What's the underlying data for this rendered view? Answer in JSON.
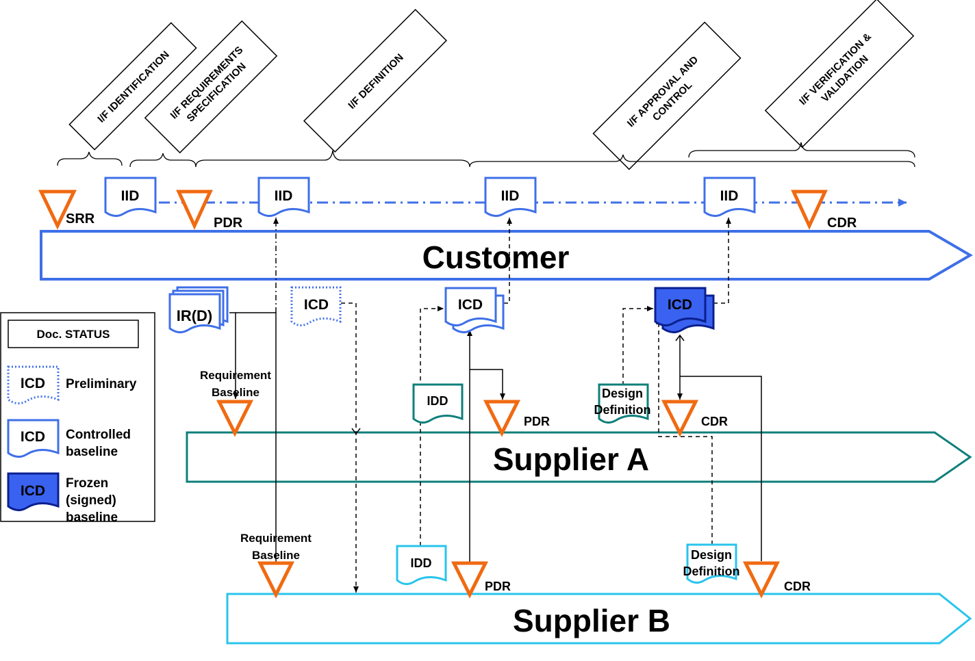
{
  "phases": [
    {
      "lines": [
        "I/F IDENTIFICATION"
      ]
    },
    {
      "lines": [
        "I/F REQUIREMENTS",
        "SPECIFICATION"
      ]
    },
    {
      "lines": [
        "I/F DEFINITION"
      ]
    },
    {
      "lines": [
        "I/F APPROVAL AND",
        "CONTROL"
      ]
    },
    {
      "lines": [
        "I/F VERIFICATION &",
        "VALIDATION"
      ]
    }
  ],
  "lanes": {
    "customer": "Customer",
    "supplier_a": "Supplier A",
    "supplier_b": "Supplier B"
  },
  "milestones": {
    "customer": [
      "SRR",
      "PDR",
      "CDR"
    ],
    "supplier_a": [
      "PDR",
      "CDR"
    ],
    "supplier_b": [
      "PDR",
      "CDR"
    ],
    "requirement_baseline": [
      "Requirement",
      "Baseline"
    ]
  },
  "documents": {
    "iid": "IID",
    "icd": "ICD",
    "ir_d": "IR(D)",
    "idd": "IDD",
    "design_definition": [
      "Design",
      "Definition"
    ]
  },
  "legend": {
    "title": "Doc. STATUS",
    "items": [
      {
        "doc": "ICD",
        "lines": [
          "Preliminary"
        ]
      },
      {
        "doc": "ICD",
        "lines": [
          "Controlled",
          "baseline"
        ]
      },
      {
        "doc": "ICD",
        "lines": [
          "Frozen",
          "(signed)",
          "baseline"
        ]
      }
    ]
  },
  "colors": {
    "customer": "#3f6fe8",
    "supplier_a": "#0e7f7a",
    "supplier_b": "#29c4ec",
    "milestone": "#f06a12",
    "frozen": "#3a62f0",
    "frozen_border": "#0a1f8f"
  }
}
